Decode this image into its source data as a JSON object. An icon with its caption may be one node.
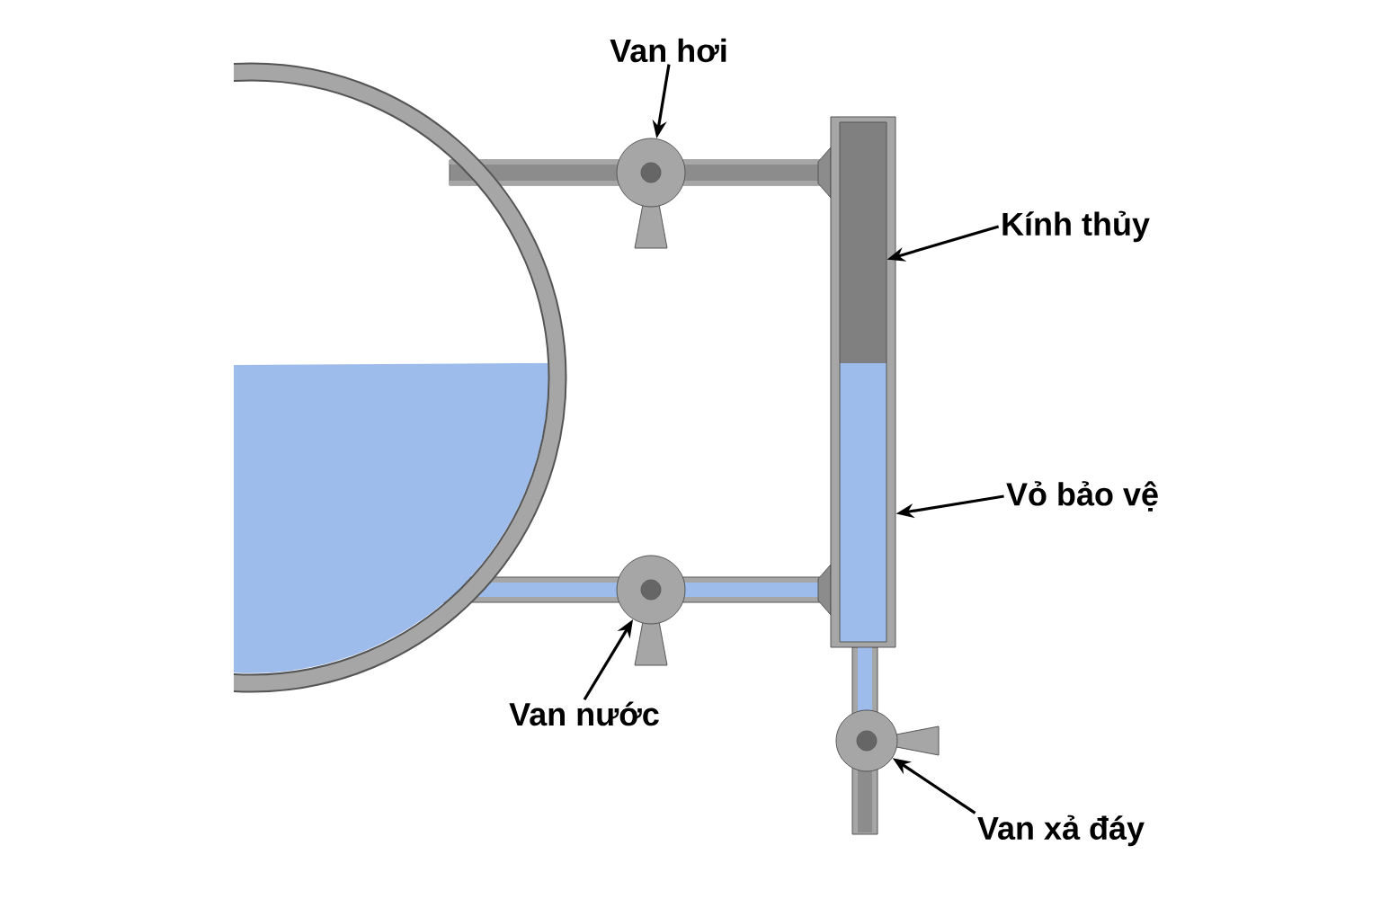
{
  "diagram": {
    "nodes": [
      {
        "text": [
          "Van hơi"
        ]
      },
      {
        "text": [],
        "shape": "circle"
      },
      {
        "text": [],
        "shape": "box"
      },
      {
        "text": [],
        "shape": "box",
        "in": 2
      },
      {
        "text": [
          "Kính thủy"
        ]
      },
      {
        "text": [
          "Vỏ bảo vệ"
        ]
      },
      {
        "text": [],
        "shape": "circle"
      },
      {
        "text": [
          "Van nước"
        ]
      },
      {
        "text": [],
        "shape": "circle"
      },
      {
        "text": [
          "Van xả đáy"
        ]
      }
    ],
    "edges": [
      {
        "from": 0,
        "to": 1,
        "arrow": "to"
      },
      {
        "from": 4,
        "to": 3,
        "arrow": "to"
      },
      {
        "from": 5,
        "to": 2,
        "arrow": "to"
      },
      {
        "from": 7,
        "to": 6,
        "arrow": "to"
      },
      {
        "from": 9,
        "to": 8,
        "arrow": "to"
      }
    ]
  }
}
